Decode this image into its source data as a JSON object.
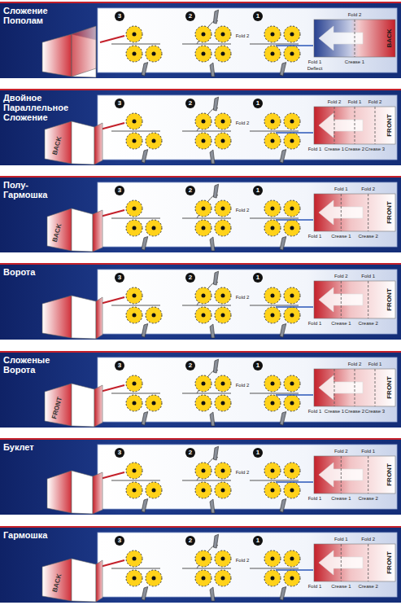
{
  "diagram": {
    "nodes": [
      {
        "text": [
          "Сложение Пополам"
        ]
      },
      {
        "text": [
          "Двойное Параллельное Сложение"
        ]
      },
      {
        "text": [
          "Полу-Гармошка"
        ]
      },
      {
        "text": [
          "Ворота"
        ]
      },
      {
        "text": [
          "Сложеные Ворота"
        ]
      },
      {
        "text": [
          "Буклет"
        ]
      },
      {
        "text": [
          "Гармошка"
        ]
      }
    ],
    "labels": [
      "3",
      "2",
      "1",
      "Fold 2",
      "Fold 1",
      "Deflect",
      "Fold 2",
      "Crease 1",
      "BACK",
      "3",
      "2",
      "1",
      "Fold 2",
      "Fold 1",
      "Fold 2",
      "Fold 1",
      "Fold 2",
      "Crease 1",
      "Crease 2",
      "Crease 3",
      "FRONT",
      "BACK",
      "3",
      "2",
      "1",
      "Fold 2",
      "Fold 1",
      "Fold 1",
      "Fold 2",
      "Crease 1",
      "Crease 2",
      "FRONT",
      "BACK",
      "3",
      "2",
      "1",
      "Fold 2",
      "Fold 1",
      "Fold 2",
      "Fold 1",
      "Crease 1",
      "Crease 2",
      "FRONT",
      "3",
      "2",
      "1",
      "Fold 2",
      "Fold 1",
      "Fold 2",
      "Fold 1",
      "Crease 1",
      "Crease 2",
      "Crease 3",
      "FRONT",
      "FRONT",
      "3",
      "2",
      "1",
      "Fold 2",
      "Fold 1",
      "Fold 2",
      "Fold 1",
      "Crease 1",
      "Crease 2",
      "FRONT",
      "3",
      "2",
      "1",
      "Fold 2",
      "Fold 1",
      "Fold 1",
      "Fold 2",
      "Crease 1",
      "Crease 2",
      "FRONT",
      "BACK"
    ]
  }
}
